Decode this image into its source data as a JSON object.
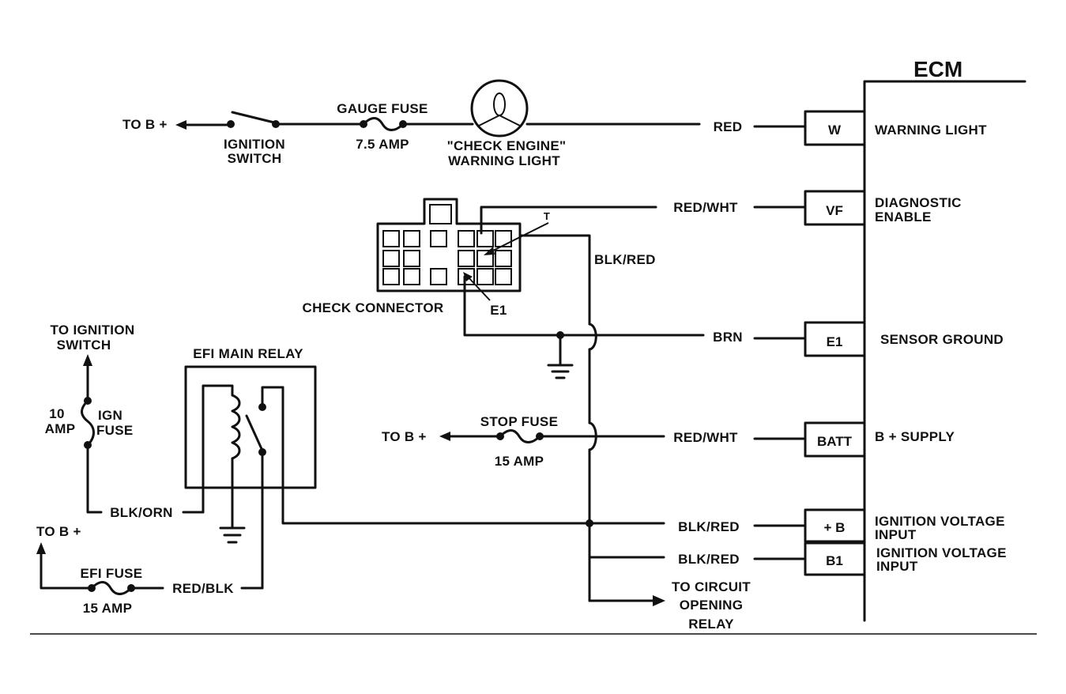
{
  "ecm": {
    "title": "ECM",
    "pins": [
      {
        "code": "W",
        "wire": "RED",
        "function_1": "WARNING LIGHT",
        "function_2": ""
      },
      {
        "code": "VF",
        "wire": "RED/WHT",
        "function_1": "DIAGNOSTIC",
        "function_2": "ENABLE"
      },
      {
        "code": "E1",
        "wire": "BRN",
        "function_1": "SENSOR GROUND",
        "function_2": ""
      },
      {
        "code": "BATT",
        "wire": "RED/WHT",
        "function_1": "B + SUPPLY",
        "function_2": ""
      },
      {
        "code": "+ B",
        "wire": "BLK/RED",
        "function_1": "IGNITION VOLTAGE",
        "function_2": "INPUT"
      },
      {
        "code": "B1",
        "wire": "BLK/RED",
        "function_1": "IGNITION VOLTAGE",
        "function_2": "INPUT"
      }
    ]
  },
  "warning_circuit": {
    "to_battery": "TO B +",
    "ignition_switch_1": "IGNITION",
    "ignition_switch_2": "SWITCH",
    "gauge_fuse": "GAUGE FUSE",
    "gauge_fuse_rating": "7.5 AMP",
    "lamp_1": "\"CHECK ENGINE\"",
    "lamp_2": "WARNING LIGHT"
  },
  "check_connector": {
    "label": "CHECK CONNECTOR",
    "terminal_t": "T",
    "terminal_e1": "E1",
    "wire_t": "BLK/RED"
  },
  "stop_circuit": {
    "to_battery": "TO B +",
    "fuse": "STOP FUSE",
    "rating": "15 AMP"
  },
  "ign_circuit": {
    "to_ignition_1": "TO IGNITION",
    "to_ignition_2": "SWITCH",
    "fuse_rating_1": "10",
    "fuse_rating_2": "AMP",
    "fuse_name_1": "IGN",
    "fuse_name_2": "FUSE",
    "wire": "BLK/ORN"
  },
  "efi_relay": {
    "label": "EFI MAIN RELAY"
  },
  "efi_circuit": {
    "to_battery": "TO B +",
    "fuse": "EFI FUSE",
    "rating": "15 AMP",
    "wire": "RED/BLK"
  },
  "circuit_opening": {
    "line_1": "TO CIRCUIT",
    "line_2": "OPENING",
    "line_3": "RELAY"
  }
}
